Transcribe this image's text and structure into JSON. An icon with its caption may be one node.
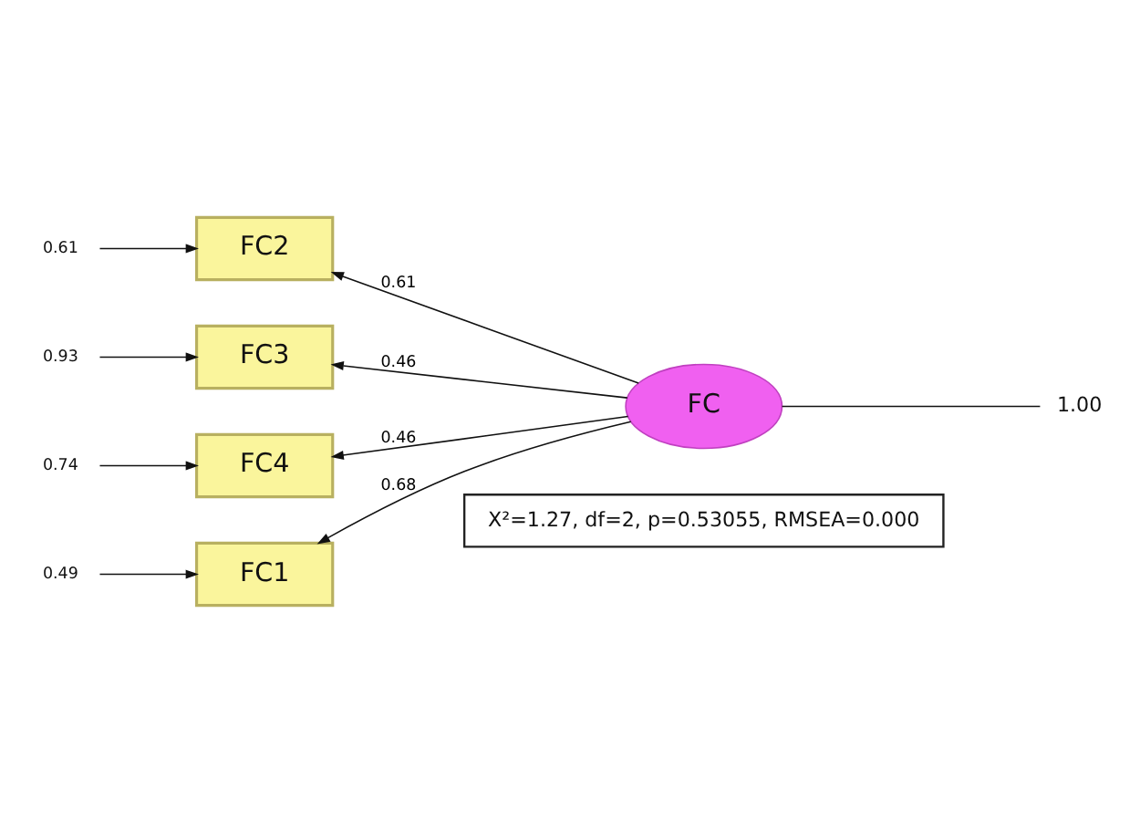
{
  "diagram": {
    "nodes": [
      {
        "text": [
          "X²=1.27, df=2, p=0.53055, RMSEA=0.000"
        ]
      },
      {
        "text": [
          "FC1"
        ]
      },
      {
        "text": [
          "FC2"
        ]
      },
      {
        "text": [
          "FC3"
        ]
      },
      {
        "text": [
          "FC4"
        ]
      },
      {
        "text": [
          "FC"
        ]
      },
      {
        "text": [
          "0.49"
        ]
      },
      {
        "text": [
          "0.61"
        ]
      },
      {
        "text": [
          "0.93"
        ]
      },
      {
        "text": [
          "0.74"
        ]
      },
      {
        "text": [
          "1.00"
        ]
      }
    ],
    "edges": [
      {
        "from": 6,
        "to": 1,
        "arrow": "to"
      },
      {
        "from": 7,
        "to": 2,
        "arrow": "to"
      },
      {
        "from": 8,
        "to": 3,
        "arrow": "to"
      },
      {
        "from": 9,
        "to": 4,
        "arrow": "to"
      },
      {
        "from": 5,
        "to": 1,
        "arrow": "to",
        "label": "0.68"
      },
      {
        "from": 5,
        "to": 2,
        "arrow": "to",
        "label": "0.61"
      },
      {
        "from": 5,
        "to": 3,
        "arrow": "to",
        "label": "0.46"
      },
      {
        "from": 5,
        "to": 4,
        "arrow": "to",
        "label": "0.46"
      },
      {
        "from": 5,
        "to": 10,
        "arrow": "none"
      }
    ]
  }
}
